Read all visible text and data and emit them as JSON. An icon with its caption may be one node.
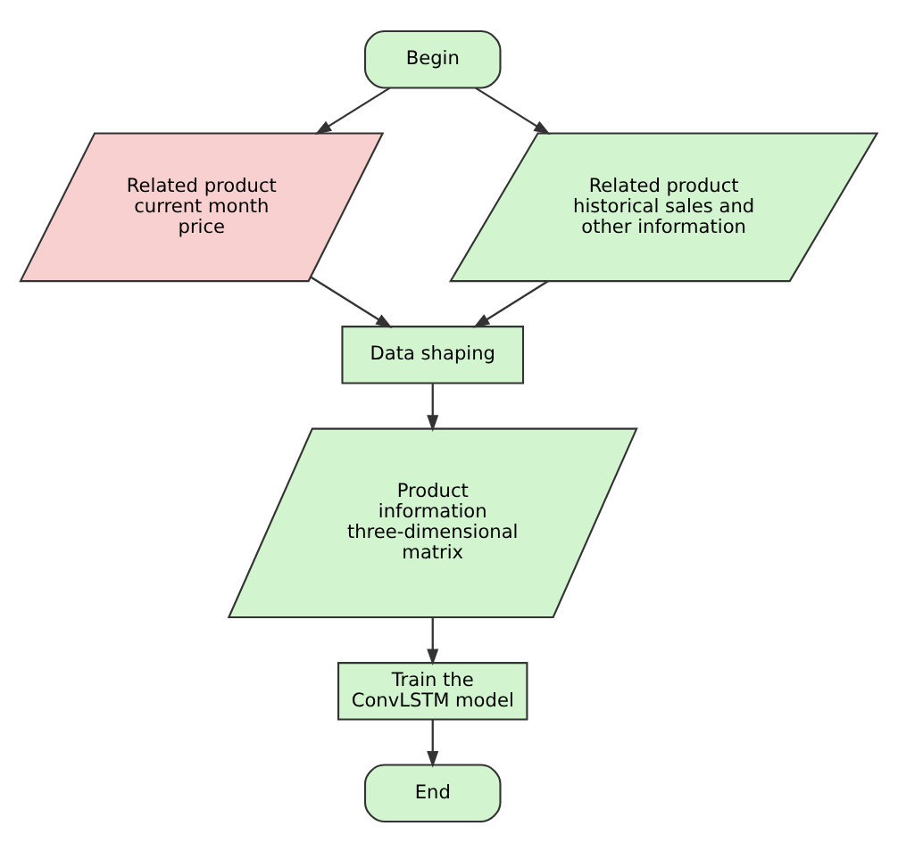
{
  "diagram": {
    "nodes": [
      {
        "text": [
          "Begin"
        ]
      },
      {
        "text": [
          "Related product current month price"
        ]
      },
      {
        "text": [
          "Related product historical sales and other information"
        ]
      },
      {
        "text": [
          "Data shaping"
        ]
      },
      {
        "text": [
          "Product information three-dimensional matrix"
        ]
      },
      {
        "text": [
          "Train the ConvLSTM model"
        ]
      },
      {
        "text": [
          "End"
        ]
      }
    ],
    "edges": [
      {
        "from": 0,
        "to": 1,
        "arrow": "to"
      },
      {
        "from": 0,
        "to": 2,
        "arrow": "to"
      },
      {
        "from": 1,
        "to": 3,
        "arrow": "to"
      },
      {
        "from": 2,
        "to": 3,
        "arrow": "to"
      },
      {
        "from": 3,
        "to": 4,
        "arrow": "to"
      },
      {
        "from": 4,
        "to": 5,
        "arrow": "to"
      },
      {
        "from": 5,
        "to": 6,
        "arrow": "to"
      }
    ]
  }
}
